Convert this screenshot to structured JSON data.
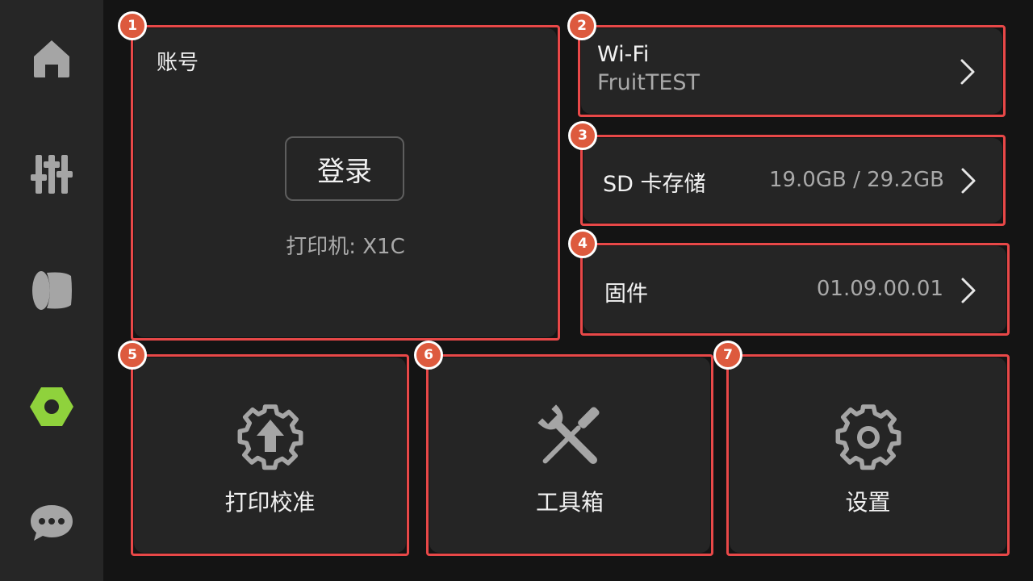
{
  "sidebar": {
    "items": [
      {
        "icon": "home-icon"
      },
      {
        "icon": "sliders-icon"
      },
      {
        "icon": "filament-icon"
      },
      {
        "icon": "hex-nut-icon",
        "active": true
      },
      {
        "icon": "chat-bubble-icon"
      }
    ],
    "active_color": "#8fd23c",
    "icon_color": "#a5a5a5"
  },
  "badges": [
    "1",
    "2",
    "3",
    "4",
    "5",
    "6",
    "7"
  ],
  "account": {
    "title": "账号",
    "login_label": "登录",
    "printer": "打印机: X1C"
  },
  "wifi": {
    "title": "Wi-Fi",
    "ssid": "FruitTEST"
  },
  "sd": {
    "title": "SD 卡存储",
    "value": "19.0GB / 29.2GB"
  },
  "firmware": {
    "title": "固件",
    "value": "01.09.00.01"
  },
  "tiles": {
    "calibration": "打印校准",
    "toolbox": "工具箱",
    "settings": "设置"
  },
  "colors": {
    "highlight_border": "#e84848",
    "badge_fill": "#dd5a3e"
  }
}
